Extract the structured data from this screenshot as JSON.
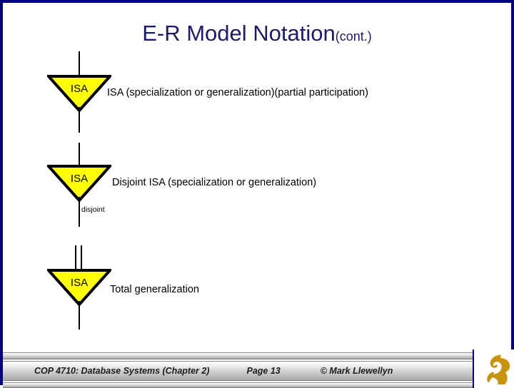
{
  "slide": {
    "title_main": "E-R Model Notation",
    "title_cont": "(cont.)",
    "accent_border_color": "#000080",
    "title_color": "#1a1a6e",
    "shape_fill_color": "#ffff00",
    "shape_stroke_color": "#000000"
  },
  "diagram": {
    "items": [
      {
        "symbol_label": "ISA",
        "caption": "ISA (specialization or generalization)(partial participation)",
        "sublabel": "",
        "connector_top": "single",
        "connector_bottom": "single"
      },
      {
        "symbol_label": "ISA",
        "caption": "Disjoint ISA (specialization or generalization)",
        "sublabel": "disjoint",
        "connector_top": "single",
        "connector_bottom": "single"
      },
      {
        "symbol_label": "ISA",
        "caption": "Total generalization",
        "sublabel": "",
        "connector_top": "double",
        "connector_bottom": "single"
      }
    ]
  },
  "footer": {
    "course": "COP 4710: Database Systems  (Chapter 2)",
    "page": "Page 13",
    "credit": "© Mark Llewellyn",
    "logo_name": "ucf-pegasus-logo",
    "logo_color": "#c8940f"
  }
}
